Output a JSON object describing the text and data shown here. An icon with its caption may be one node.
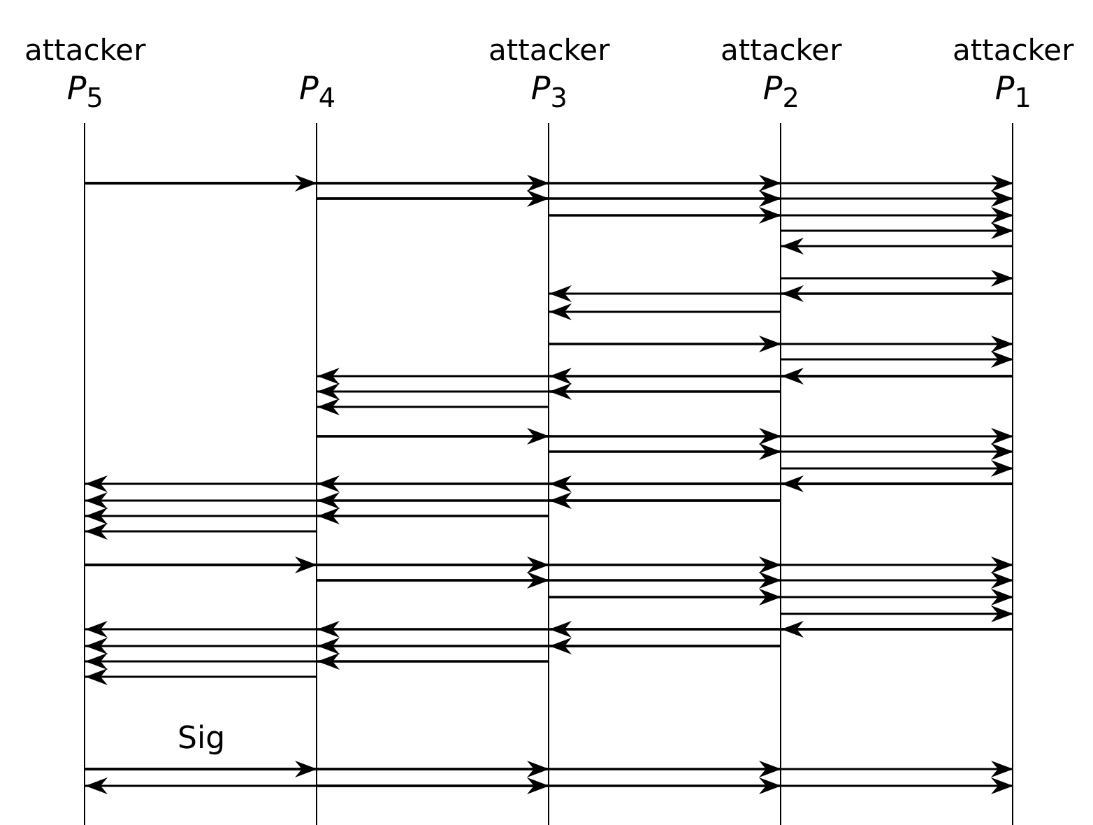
{
  "diagram": {
    "nodes": [
      {
        "text": [
          "attacker",
          "*P*$_{5}$"
        ]
      },
      {
        "text": [
          "*P*$_{4}$"
        ]
      },
      {
        "text": [
          "attacker",
          "*P*$_{3}$"
        ]
      },
      {
        "text": [
          "attacker",
          "*P*$_{2}$"
        ]
      },
      {
        "text": [
          "attacker",
          "*P*$_{1}$"
        ]
      }
    ],
    "edges": [
      {
        "from": 0,
        "to": 1,
        "arrow": "to"
      },
      {
        "from": 0,
        "to": 2,
        "arrow": "to"
      },
      {
        "from": 0,
        "to": 3,
        "arrow": "to"
      },
      {
        "from": 0,
        "to": 4,
        "arrow": "to"
      },
      {
        "from": 1,
        "to": 2,
        "arrow": "to"
      },
      {
        "from": 1,
        "to": 3,
        "arrow": "to"
      },
      {
        "from": 1,
        "to": 4,
        "arrow": "to"
      },
      {
        "from": 2,
        "to": 3,
        "arrow": "to"
      },
      {
        "from": 2,
        "to": 4,
        "arrow": "to"
      },
      {
        "from": 3,
        "to": 4,
        "arrow": "to"
      },
      {
        "from": 4,
        "to": 3,
        "arrow": "to"
      },
      {
        "from": 3,
        "to": 4,
        "arrow": "to"
      },
      {
        "from": 4,
        "to": 3,
        "arrow": "to"
      },
      {
        "from": 4,
        "to": 2,
        "arrow": "to"
      },
      {
        "from": 3,
        "to": 2,
        "arrow": "to"
      },
      {
        "from": 2,
        "to": 3,
        "arrow": "to"
      },
      {
        "from": 2,
        "to": 4,
        "arrow": "to"
      },
      {
        "from": 3,
        "to": 4,
        "arrow": "to"
      },
      {
        "from": 4,
        "to": 3,
        "arrow": "to"
      },
      {
        "from": 4,
        "to": 2,
        "arrow": "to"
      },
      {
        "from": 4,
        "to": 1,
        "arrow": "to"
      },
      {
        "from": 3,
        "to": 2,
        "arrow": "to"
      },
      {
        "from": 3,
        "to": 1,
        "arrow": "to"
      },
      {
        "from": 2,
        "to": 1,
        "arrow": "to"
      },
      {
        "from": 1,
        "to": 2,
        "arrow": "to"
      },
      {
        "from": 1,
        "to": 3,
        "arrow": "to"
      },
      {
        "from": 1,
        "to": 4,
        "arrow": "to"
      },
      {
        "from": 2,
        "to": 3,
        "arrow": "to"
      },
      {
        "from": 2,
        "to": 4,
        "arrow": "to"
      },
      {
        "from": 3,
        "to": 4,
        "arrow": "to"
      },
      {
        "from": 4,
        "to": 3,
        "arrow": "to"
      },
      {
        "from": 4,
        "to": 2,
        "arrow": "to"
      },
      {
        "from": 4,
        "to": 1,
        "arrow": "to"
      },
      {
        "from": 4,
        "to": 0,
        "arrow": "to"
      },
      {
        "from": 3,
        "to": 2,
        "arrow": "to"
      },
      {
        "from": 3,
        "to": 1,
        "arrow": "to"
      },
      {
        "from": 3,
        "to": 0,
        "arrow": "to"
      },
      {
        "from": 2,
        "to": 1,
        "arrow": "to"
      },
      {
        "from": 2,
        "to": 0,
        "arrow": "to"
      },
      {
        "from": 1,
        "to": 0,
        "arrow": "to"
      },
      {
        "from": 0,
        "to": 1,
        "arrow": "to"
      },
      {
        "from": 0,
        "to": 2,
        "arrow": "to"
      },
      {
        "from": 0,
        "to": 3,
        "arrow": "to"
      },
      {
        "from": 0,
        "to": 4,
        "arrow": "to"
      },
      {
        "from": 1,
        "to": 2,
        "arrow": "to"
      },
      {
        "from": 1,
        "to": 3,
        "arrow": "to"
      },
      {
        "from": 1,
        "to": 4,
        "arrow": "to"
      },
      {
        "from": 2,
        "to": 3,
        "arrow": "to"
      },
      {
        "from": 2,
        "to": 4,
        "arrow": "to"
      },
      {
        "from": 3,
        "to": 4,
        "arrow": "to"
      },
      {
        "from": 4,
        "to": 3,
        "arrow": "to"
      },
      {
        "from": 4,
        "to": 2,
        "arrow": "to"
      },
      {
        "from": 4,
        "to": 1,
        "arrow": "to"
      },
      {
        "from": 4,
        "to": 0,
        "arrow": "to"
      },
      {
        "from": 3,
        "to": 2,
        "arrow": "to"
      },
      {
        "from": 3,
        "to": 1,
        "arrow": "to"
      },
      {
        "from": 3,
        "to": 0,
        "arrow": "to"
      },
      {
        "from": 2,
        "to": 1,
        "arrow": "to"
      },
      {
        "from": 2,
        "to": 0,
        "arrow": "to"
      },
      {
        "from": 1,
        "to": 0,
        "arrow": "to"
      },
      {
        "from": 0,
        "to": 1,
        "arrow": "to",
        "label": "Sig"
      },
      {
        "from": 0,
        "to": 2,
        "arrow": "to"
      },
      {
        "from": 0,
        "to": 3,
        "arrow": "to"
      },
      {
        "from": 0,
        "to": 4,
        "arrow": "to"
      },
      {
        "from": 1,
        "to": 0,
        "arrow": "to"
      },
      {
        "from": 1,
        "to": 2,
        "arrow": "to"
      },
      {
        "from": 1,
        "to": 3,
        "arrow": "to"
      },
      {
        "from": 1,
        "to": 4,
        "arrow": "to"
      }
    ]
  }
}
